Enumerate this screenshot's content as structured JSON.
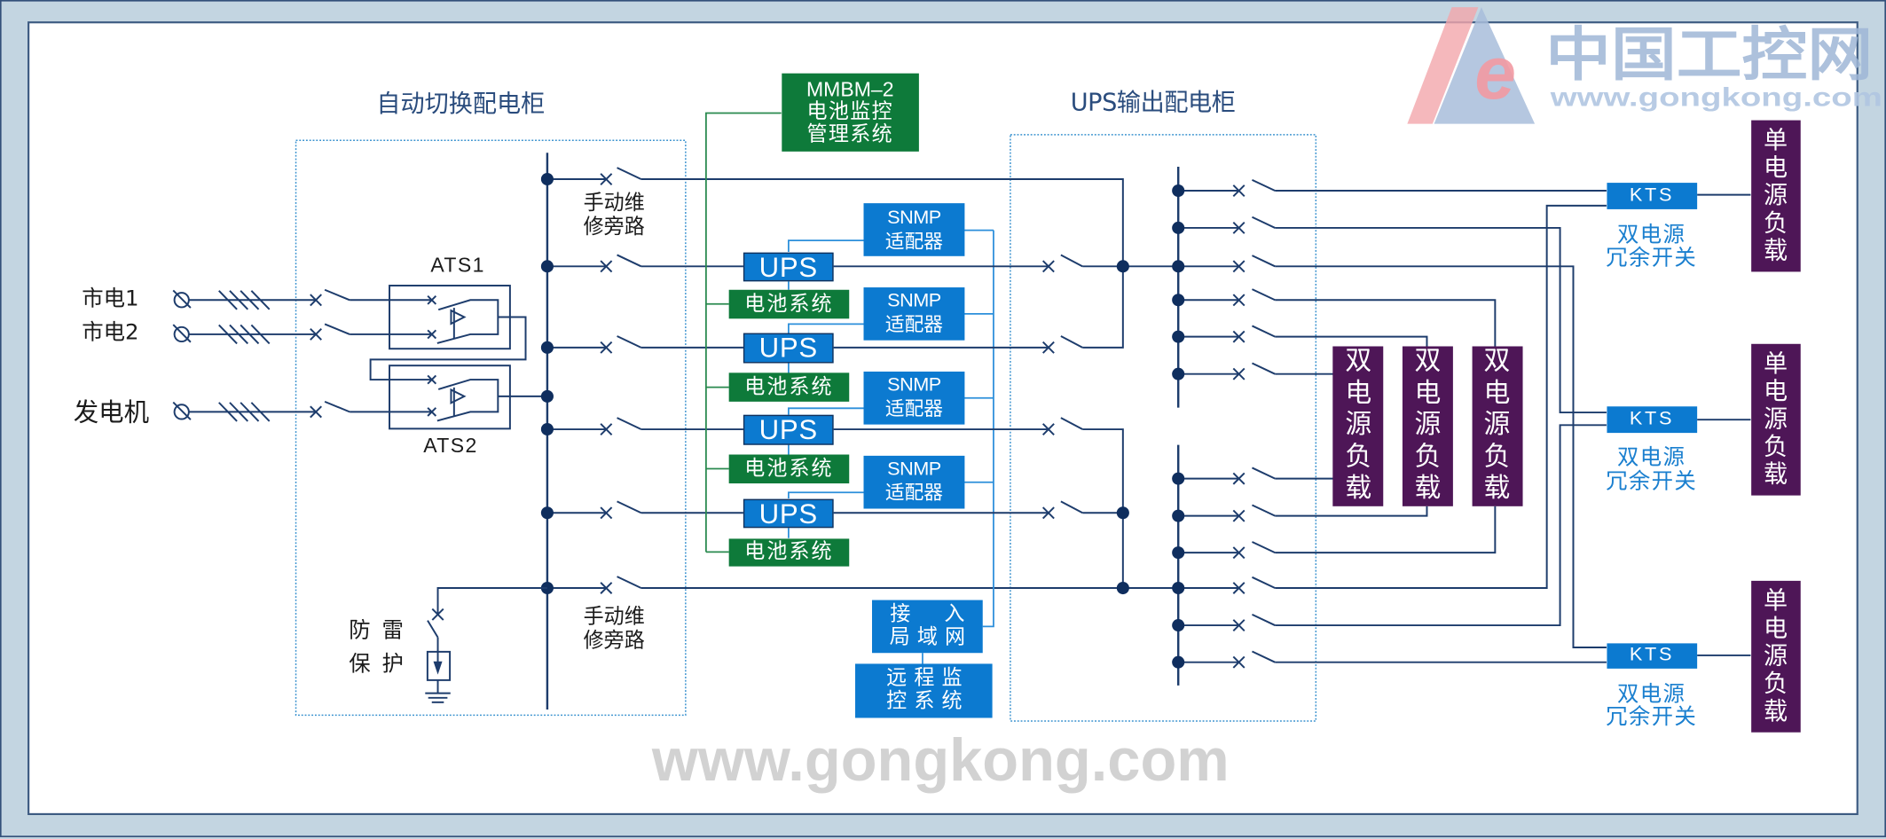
{
  "ats_cabinet": {
    "title": "自动切换配电柜",
    "sources": [
      {
        "label": "市电1"
      },
      {
        "label": "市电2"
      },
      {
        "label": "发电机"
      }
    ],
    "ats_labels": [
      "ATS1",
      "ATS2"
    ],
    "bypass_top": {
      "line1": "手动维",
      "line2": "修旁路"
    },
    "bypass_bottom": {
      "line1": "手动维",
      "line2": "修旁路"
    },
    "surge_protection": {
      "line1": "防雷",
      "line2": "保护"
    }
  },
  "monitoring": {
    "bms": {
      "line1": "MMBM–2",
      "line2": "电池监控",
      "line3": "管理系统"
    },
    "lan": {
      "line1": "接入",
      "line2": "局域网"
    },
    "remote": {
      "line1": "远程监",
      "line2": "控系统"
    }
  },
  "ups_units": [
    {
      "ups": "UPS",
      "battery": "电池系统",
      "snmp": {
        "line1": "SNMP",
        "line2": "适配器"
      }
    },
    {
      "ups": "UPS",
      "battery": "电池系统",
      "snmp": {
        "line1": "SNMP",
        "line2": "适配器"
      }
    },
    {
      "ups": "UPS",
      "battery": "电池系统",
      "snmp": {
        "line1": "SNMP",
        "line2": "适配器"
      }
    },
    {
      "ups": "UPS",
      "battery": "电池系统",
      "snmp": {
        "line1": "SNMP",
        "line2": "适配器"
      }
    }
  ],
  "output_cabinet": {
    "title": "UPS输出配电柜"
  },
  "loads": {
    "dual_source": [
      "双电源负载",
      "双电源负载",
      "双电源负载"
    ],
    "kts": [
      {
        "label": "KTS",
        "caption1": "双电源",
        "caption2": "冗余开关"
      },
      {
        "label": "KTS",
        "caption1": "双电源",
        "caption2": "冗余开关"
      },
      {
        "label": "KTS",
        "caption1": "双电源",
        "caption2": "冗余开关"
      }
    ],
    "single_source": [
      "单电源负载",
      "单电源负载",
      "单电源负载"
    ]
  },
  "watermark": {
    "logo_mark": "e",
    "logo_cn": "中国工控网",
    "logo_url": "www.gongkong.com",
    "footer_url": "www.gongkong.com"
  },
  "colors": {
    "frame": "#c3d5e1",
    "wire": "#1d3c6c",
    "ups_blue": "#0c7ad0",
    "battery_green": "#0e7a3a",
    "load_purple": "#4e1657",
    "network_link": "#2c8fdb",
    "title_text": "#2a4c7d",
    "kts_caption": "#1a7fcf",
    "cabinet_outline": "#3a92cf",
    "watermark_text": "#d2d2d2"
  }
}
